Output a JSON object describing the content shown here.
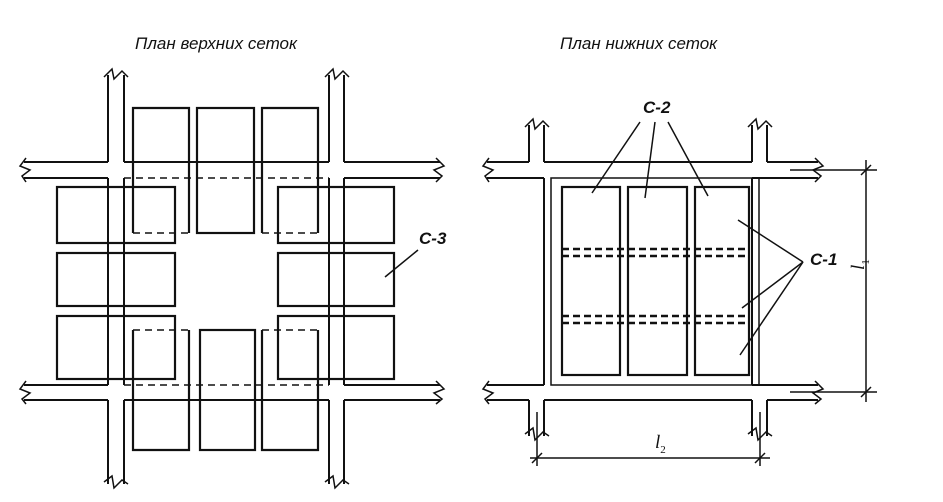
{
  "titles": {
    "upper": "План верхних сеток",
    "lower": "План нижних сеток"
  },
  "labels": {
    "c3": "С-3",
    "c2": "С-2",
    "c1": "С-1"
  },
  "dimensions": {
    "l1_letter": "l",
    "l1_sub": "1",
    "l2_letter": "l",
    "l2_sub": "2"
  }
}
